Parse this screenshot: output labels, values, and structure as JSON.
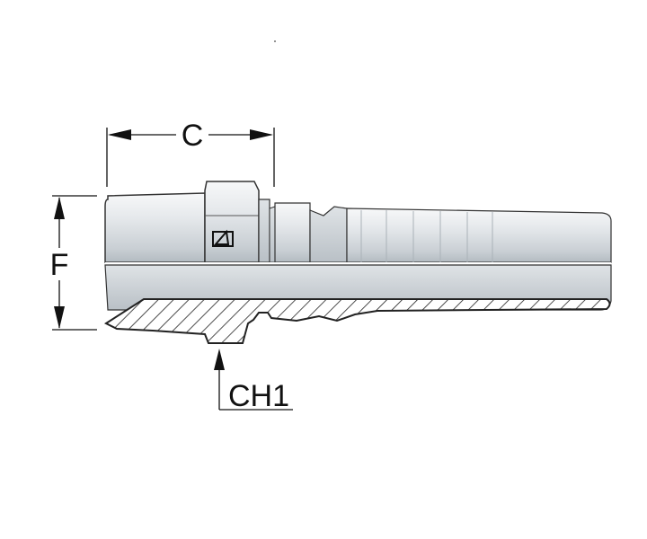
{
  "labels": {
    "dim_c": "C",
    "dim_f": "F",
    "dim_ch1": "CH1"
  },
  "colors": {
    "body_light": "#e9ecef",
    "body_mid": "#cdd3d8",
    "body_dark": "#9aa3aa",
    "outline": "#222222",
    "hatch": "#222222"
  },
  "icons": {
    "logo": "company-logo-icon"
  }
}
